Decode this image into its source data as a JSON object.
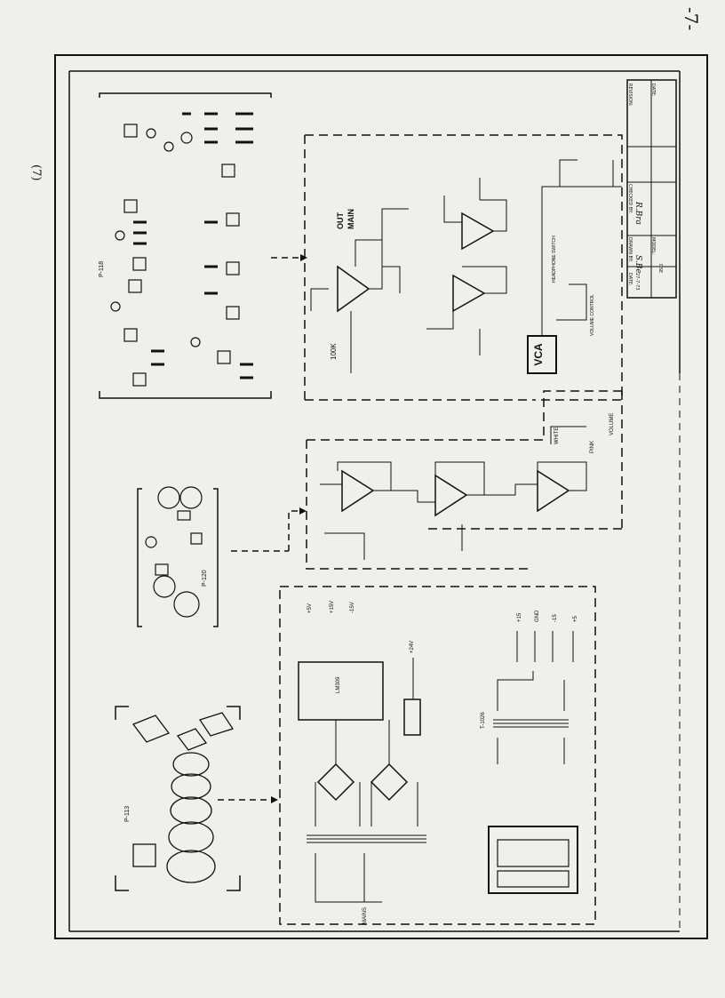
{
  "page_number": "-7-",
  "ref_number": "(7)",
  "title_block": {
    "model_label": "MODEL:",
    "model_value": "DSE",
    "date_label": "DATE:",
    "date_value": "27-7-73",
    "drawn_by_label": "DRAWN BY:",
    "drawn_by_value": "S.Be",
    "checked_by_label": "CHECKED BY:",
    "checked_by_value": "R.Bra",
    "revision_label": "REVISION:",
    "revision_date_label": "DATE:"
  },
  "main_out": {
    "out_label": "OUT",
    "main_label": "MAIN",
    "res_100k": "100K",
    "vca_label": "VCA",
    "headphone_switch": "HEADPHONE SWITCH",
    "volume_control": "VOLUME CONTROL"
  },
  "pcb_labels": {
    "p118": "P-118",
    "p120": "P-120",
    "p113": "P-113"
  },
  "preamp": {
    "white_label": "WHITE",
    "pink_label": "PINK",
    "volume_label": "VOLUME"
  },
  "power": {
    "regulator_label": "LM309",
    "voltage_labels": [
      "+5V",
      "+15V",
      "-15V",
      "+24V"
    ],
    "transformer_label": "T-1026",
    "mains_label": "MAINS",
    "outputs": [
      "+15",
      "GND",
      "-15",
      "+5"
    ]
  }
}
